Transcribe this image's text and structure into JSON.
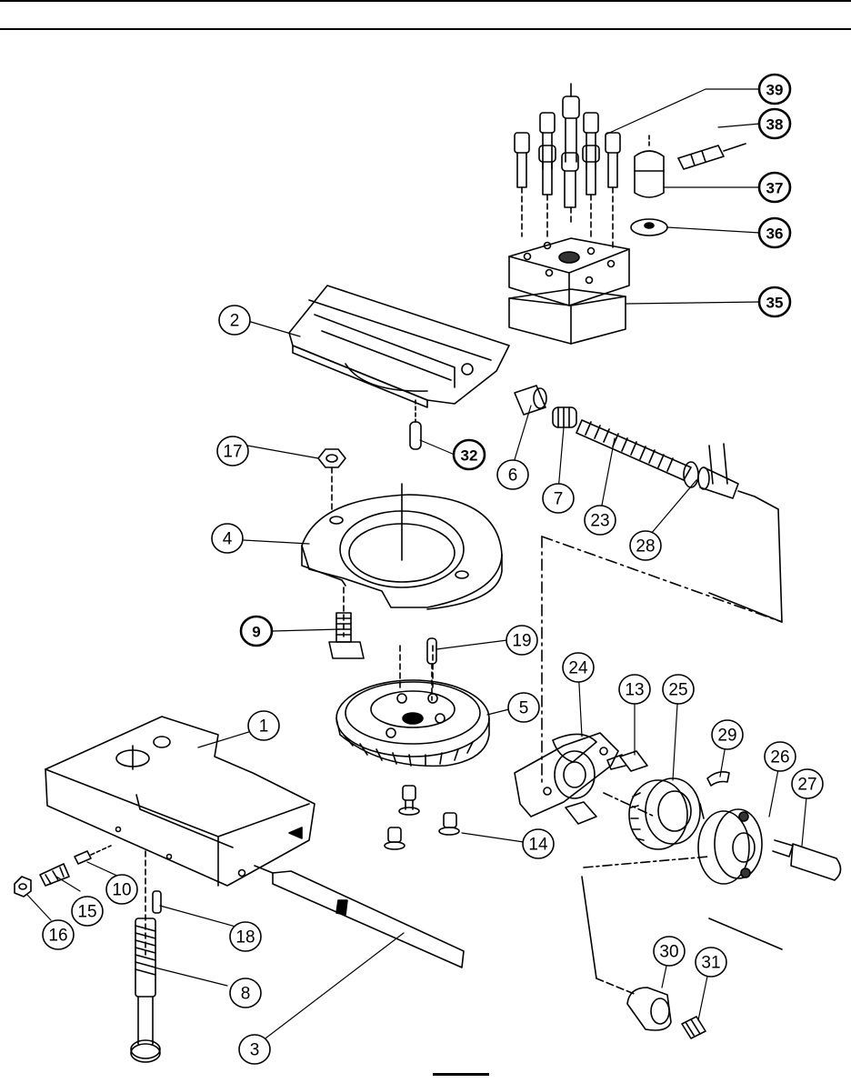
{
  "callouts": [
    {
      "id": "c1",
      "label": "1"
    },
    {
      "id": "c2",
      "label": "2"
    },
    {
      "id": "c3",
      "label": "3"
    },
    {
      "id": "c4",
      "label": "4"
    },
    {
      "id": "c5",
      "label": "5"
    },
    {
      "id": "c6",
      "label": "6"
    },
    {
      "id": "c7",
      "label": "7"
    },
    {
      "id": "c8",
      "label": "8"
    },
    {
      "id": "c9",
      "label": "9"
    },
    {
      "id": "c10",
      "label": "10"
    },
    {
      "id": "c13",
      "label": "13"
    },
    {
      "id": "c14",
      "label": "14"
    },
    {
      "id": "c15",
      "label": "15"
    },
    {
      "id": "c16",
      "label": "16"
    },
    {
      "id": "c17",
      "label": "17"
    },
    {
      "id": "c18",
      "label": "18"
    },
    {
      "id": "c19",
      "label": "19"
    },
    {
      "id": "c23",
      "label": "23"
    },
    {
      "id": "c24",
      "label": "24"
    },
    {
      "id": "c25",
      "label": "25"
    },
    {
      "id": "c26",
      "label": "26"
    },
    {
      "id": "c27",
      "label": "27"
    },
    {
      "id": "c28",
      "label": "28"
    },
    {
      "id": "c29",
      "label": "29"
    },
    {
      "id": "c30",
      "label": "30"
    },
    {
      "id": "c31",
      "label": "31"
    },
    {
      "id": "c32",
      "label": "32"
    },
    {
      "id": "c35",
      "label": "35"
    },
    {
      "id": "c36",
      "label": "36"
    },
    {
      "id": "c37",
      "label": "37"
    },
    {
      "id": "c38",
      "label": "38"
    },
    {
      "id": "c39",
      "label": "39"
    }
  ]
}
